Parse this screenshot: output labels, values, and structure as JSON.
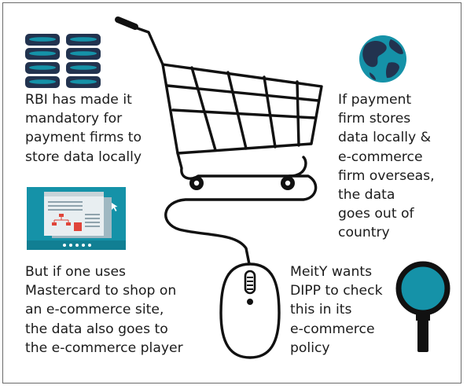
{
  "texts": {
    "rbi": "RBI has made it\nmandatory for\npayment firms to\nstore data locally",
    "overseas": "If payment\nfirm stores\ndata locally &\ne-commerce\nfirm overseas,\nthe data\ngoes out of\ncountry",
    "mastercard": "But if one uses\nMastercard to shop on\nan e-commerce site,\nthe data also goes to\nthe e-commerce player",
    "meity": "MeitY wants\nDIPP to check\nthis in its\ne-commerce\npolicy"
  },
  "icons": [
    "server-stack-icon",
    "globe-icon",
    "web-page-icon",
    "shopping-cart-icon",
    "computer-mouse-icon",
    "magnifier-icon"
  ],
  "colors": {
    "teal": "#1592a8",
    "navy": "#22334f",
    "line": "#111111",
    "text": "#1b1b1b"
  }
}
